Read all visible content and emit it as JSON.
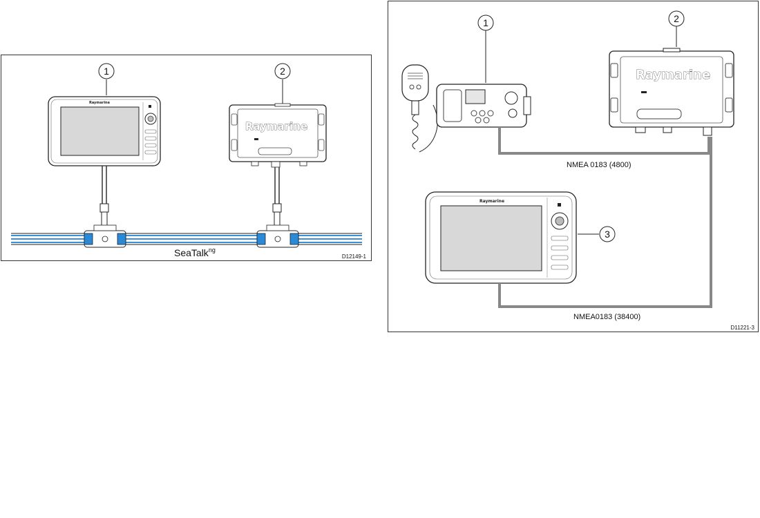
{
  "left_diagram": {
    "callouts": [
      "1",
      "2"
    ],
    "bus_label": "SeaTalk",
    "bus_label_sup": "ng",
    "display_brand": "Raymarine",
    "module_brand": "Raymarine",
    "figure_id": "D12149-1",
    "colors": {
      "bus_blue": "#3a8fd6",
      "connector_blue": "#2b8ad8",
      "outline": "#222222"
    }
  },
  "right_diagram": {
    "callouts": [
      "1",
      "2",
      "3"
    ],
    "link_1_label": "NMEA 0183 (4800)",
    "link_2_label": "NMEA0183 (38400)",
    "module_brand": "Raymarine",
    "display_brand": "Raymarine",
    "figure_id": "D11221-3",
    "colors": {
      "cable": "#888888",
      "outline": "#222222"
    }
  }
}
